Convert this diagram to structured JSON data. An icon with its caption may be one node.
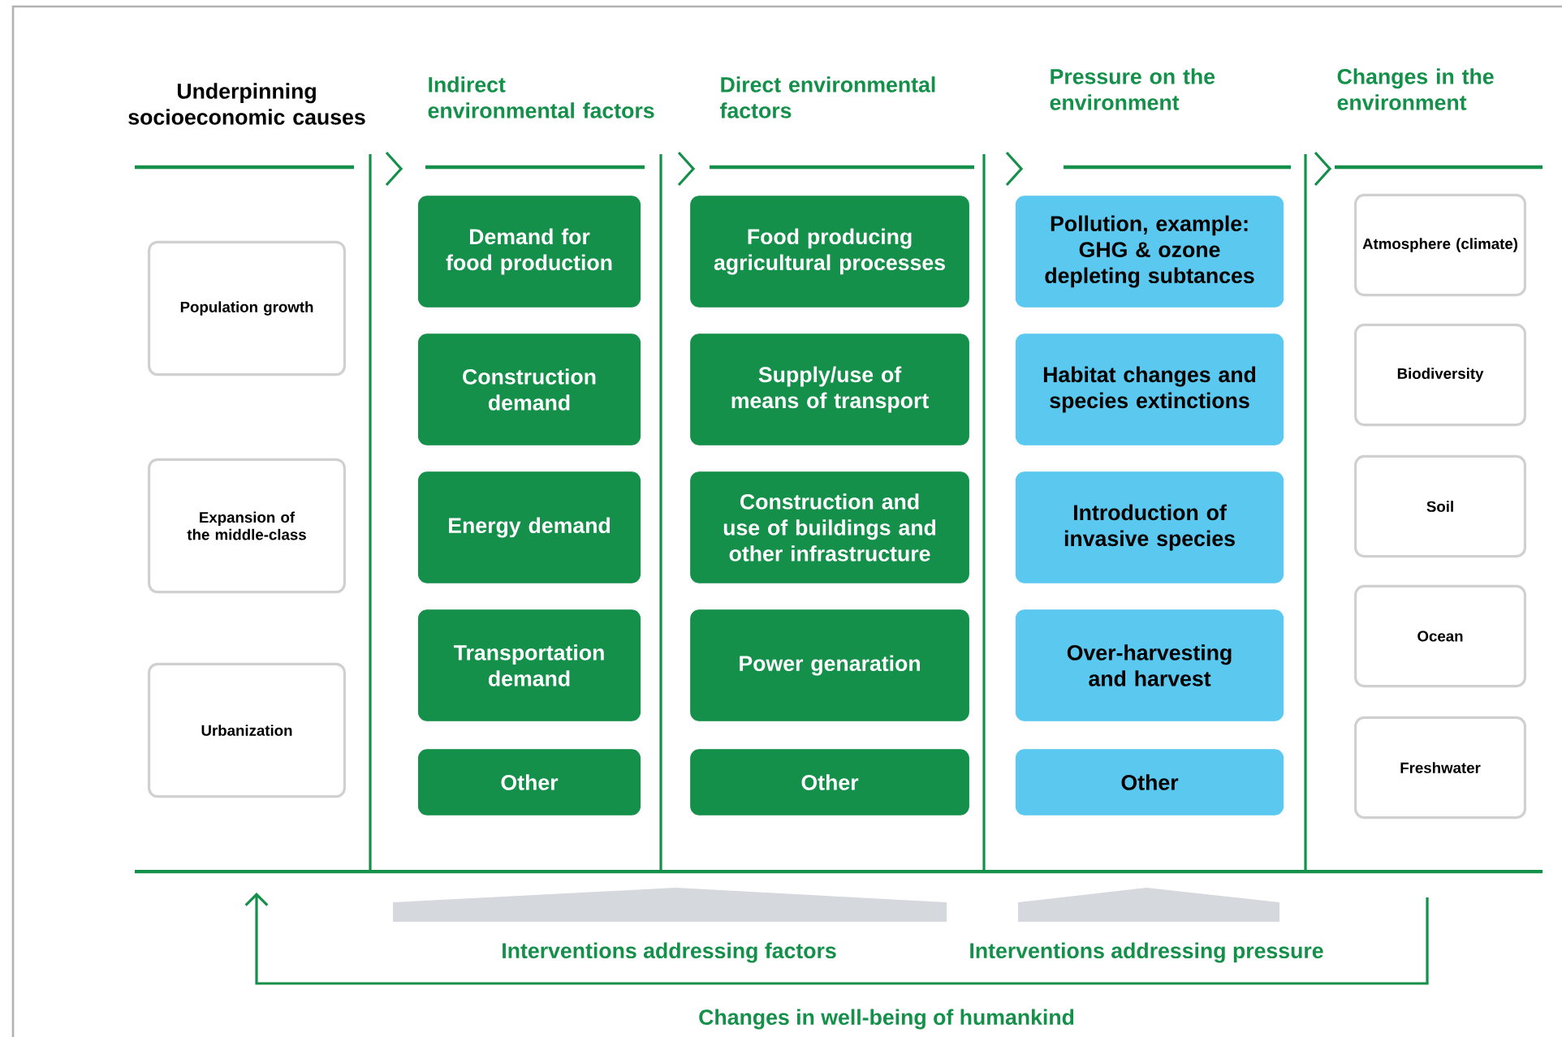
{
  "diagram": {
    "nodes": [
      {
        "text": [
          "Population growth"
        ]
      },
      {
        "text": [
          "Expansion of the middle-class"
        ]
      },
      {
        "text": [
          "Urbanization"
        ]
      },
      {
        "text": [
          "Demand for food production"
        ]
      },
      {
        "text": [
          "Construction demand"
        ]
      },
      {
        "text": [
          "Energy demand"
        ]
      },
      {
        "text": [
          "Transportation demand"
        ]
      },
      {
        "text": [
          "Other"
        ]
      },
      {
        "text": [
          "Food producing agricultural processes"
        ]
      },
      {
        "text": [
          "Supply/use of means of transport"
        ]
      },
      {
        "text": [
          "Construction and use of buildings and other infrastructure"
        ]
      },
      {
        "text": [
          "Power genaration"
        ]
      },
      {
        "text": [
          "Other"
        ]
      },
      {
        "text": [
          "Pollution, example: GHG & ozone depleting subtances"
        ]
      },
      {
        "text": [
          "Habitat changes and species extinctions"
        ]
      },
      {
        "text": [
          "Introduction of invasive species"
        ]
      },
      {
        "text": [
          "Over-harvesting and harvest"
        ]
      },
      {
        "text": [
          "Other"
        ]
      },
      {
        "text": [
          "Atmosphere (climate)"
        ]
      },
      {
        "text": [
          "Biodiversity"
        ]
      },
      {
        "text": [
          "Soil"
        ]
      },
      {
        "text": [
          "Ocean"
        ]
      },
      {
        "text": [
          "Freshwater"
        ]
      },
      {
        "text": [],
        "shape": "trapezoid",
        "beside": [
          "Interventions addressing factors"
        ]
      },
      {
        "text": [],
        "shape": "trapezoid",
        "beside": [
          "Interventions addressing pressure"
        ]
      }
    ],
    "labels": [
      "Underpinning socioeconomic causes",
      "Indirect environmental factors",
      "Direct environmental factors",
      "Pressure on the environment",
      "Changes in the environment",
      "Changes in well-being of humankind"
    ]
  }
}
